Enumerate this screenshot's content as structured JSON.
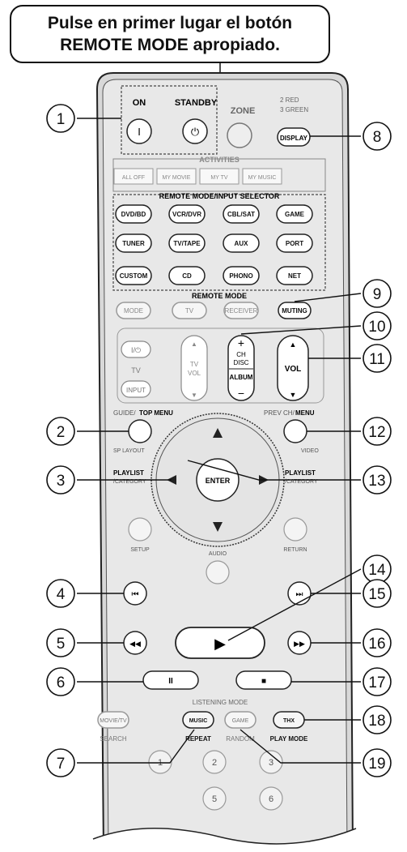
{
  "callout": {
    "line1": "Pulse en primer lugar el botón",
    "line2": "REMOTE MODE apropiado."
  },
  "numbers": [
    "1",
    "2",
    "3",
    "4",
    "5",
    "6",
    "7",
    "8",
    "9",
    "10",
    "11",
    "12",
    "13",
    "14",
    "15",
    "16",
    "17",
    "18",
    "19"
  ],
  "top": {
    "on": "ON",
    "standby": "STANDBY",
    "on_symbol": "I",
    "standby_symbol": "⏻",
    "zone": "ZONE",
    "zone_sub1": "2 RED",
    "zone_sub2": "3 GREEN",
    "display": "DISPLAY"
  },
  "activities": {
    "label": "ACTIVITIES",
    "buttons": [
      "ALL OFF",
      "MY MOVIE",
      "MY TV",
      "MY MUSIC"
    ]
  },
  "selector": {
    "label": "REMOTE MODE/INPUT SELECTOR",
    "row1": [
      "DVD/BD",
      "VCR/DVR",
      "CBL/SAT",
      "GAME"
    ],
    "row2": [
      "TUNER",
      "TV/TAPE",
      "AUX",
      "PORT"
    ],
    "row3": [
      "CUSTOM",
      "CD",
      "PHONO",
      "NET"
    ]
  },
  "remote_mode": {
    "label": "REMOTE MODE",
    "buttons": [
      "MODE",
      "TV",
      "RECEIVER"
    ],
    "muting": "MUTING"
  },
  "tv_block": {
    "power": "I/⏻",
    "tv": "TV",
    "input": "INPUT",
    "tv_vol": [
      "TV",
      "VOL"
    ],
    "ch": [
      "CH",
      "DISC"
    ],
    "album": "ALBUM",
    "vol": "VOL",
    "plus": "+",
    "minus": "−",
    "up": "▲",
    "down": "▼"
  },
  "nav": {
    "guide": "GUIDE/",
    "top_menu": "TOP MENU",
    "sp_layout": "SP LAYOUT",
    "prev_ch": "PREV CH/",
    "menu": "MENU",
    "video": "VIDEO",
    "playlist_l": [
      "PLAYLIST",
      "/CATEGORY"
    ],
    "playlist_r": [
      "PLAYLIST",
      "/CATEGORY"
    ],
    "enter": "ENTER",
    "setup": "SETUP",
    "audio": "AUDIO",
    "return": "RETURN"
  },
  "transport": {
    "prev": "⏮",
    "next": "⏭",
    "rew": "◀◀",
    "ff": "▶▶",
    "play": "▶",
    "pause": "II",
    "stop": "■"
  },
  "listening": {
    "label": "LISTENING MODE",
    "buttons": [
      "MOVIE/TV",
      "MUSIC",
      "GAME",
      "THX"
    ],
    "sublabels": [
      "SEARCH",
      "REPEAT",
      "RANDOM",
      "PLAY MODE"
    ]
  },
  "digits": [
    "1",
    "2",
    "3",
    "5",
    "6"
  ]
}
